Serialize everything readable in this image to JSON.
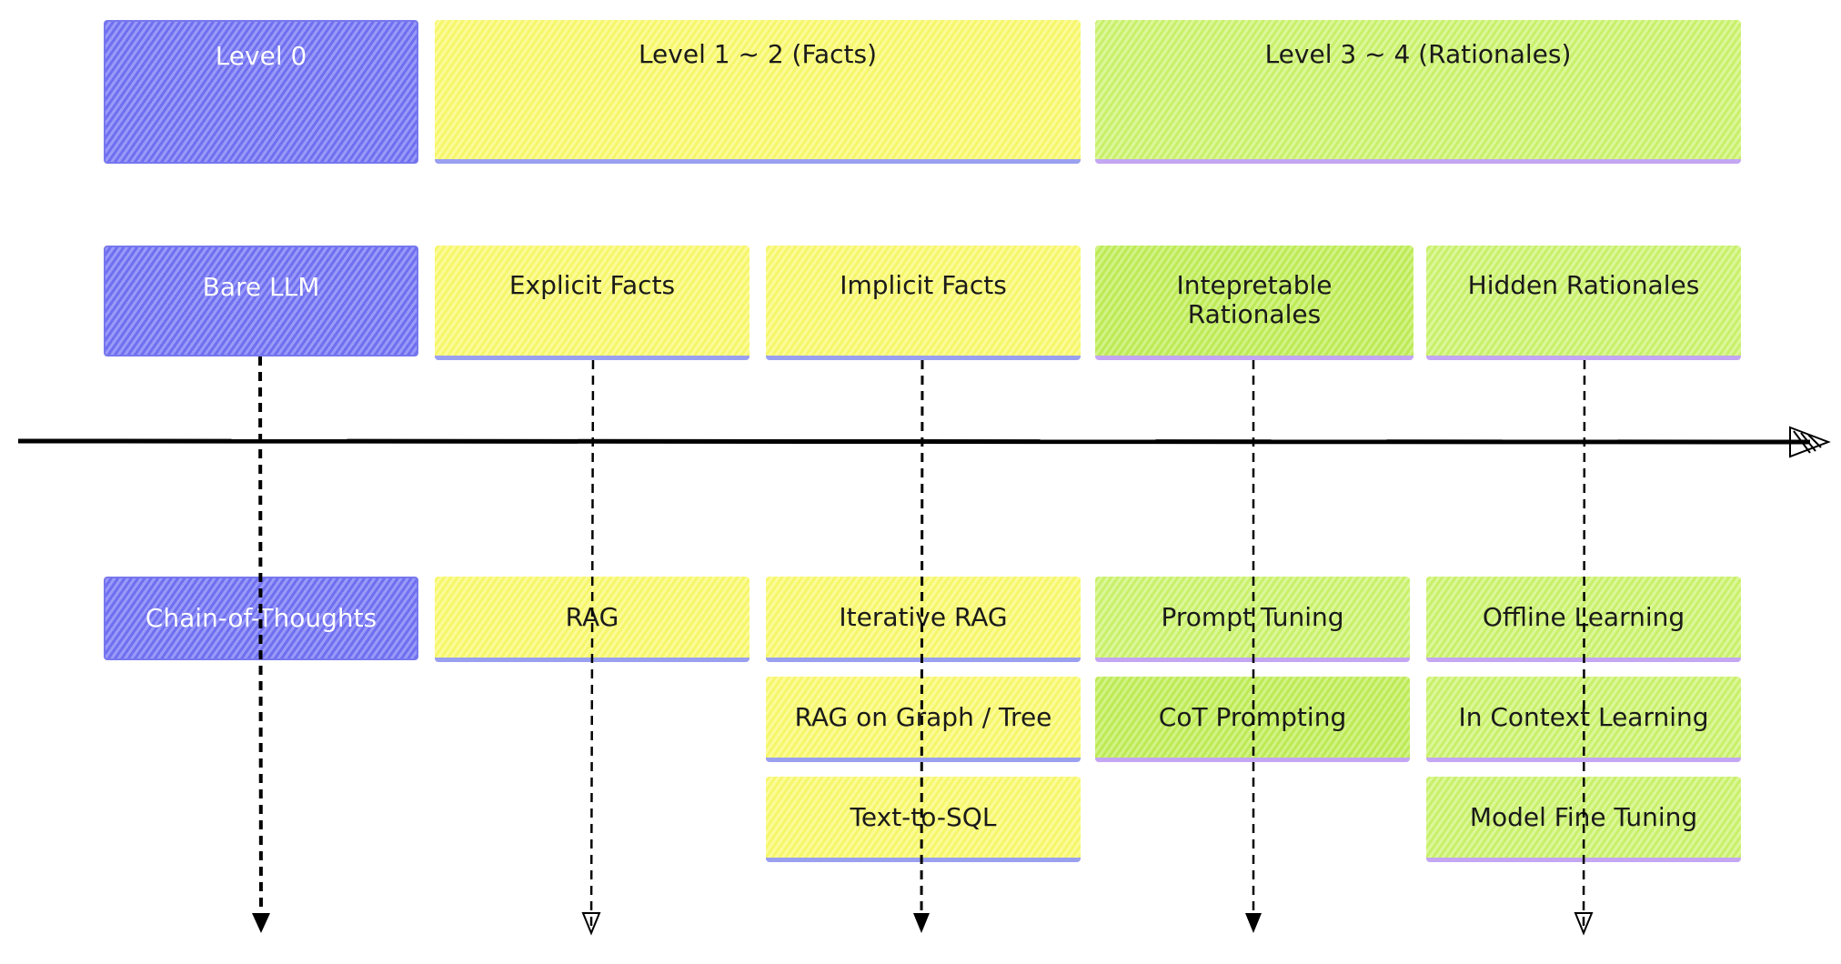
{
  "colors": {
    "blue": "#6f6ff0",
    "yellow": "#f6f66a",
    "green": "#c8f06a",
    "line": "#000000"
  },
  "levels": {
    "level0": "Level 0",
    "level12": "Level 1 ~ 2 (Facts)",
    "level34": "Level 3 ~ 4 (Rationales)"
  },
  "categories": {
    "bare_llm": "Bare LLM",
    "explicit_facts": "Explicit Facts",
    "implicit_facts": "Implicit Facts",
    "interpretable_rationales": "Intepretable\nRationales",
    "hidden_rationales": "Hidden Rationales"
  },
  "methods": {
    "chain_of_thoughts": "Chain-of-Thoughts",
    "rag": "RAG",
    "iterative_rag": "Iterative RAG",
    "rag_on_graph_tree": "RAG on Graph / Tree",
    "text_to_sql": "Text-to-SQL",
    "prompt_tuning": "Prompt Tuning",
    "cot_prompting": "CoT Prompting",
    "offline_learning": "Offline Learning",
    "in_context_learning": "In Context Learning",
    "model_fine_tuning": "Model Fine Tuning"
  }
}
